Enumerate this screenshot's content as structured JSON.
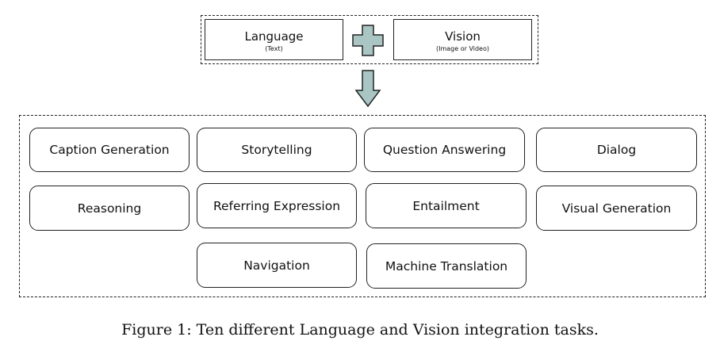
{
  "inputs": {
    "language": {
      "title": "Language",
      "subtitle": "(Text)"
    },
    "vision": {
      "title": "Vision",
      "subtitle": "(Image or Video)"
    }
  },
  "tasks": {
    "caption_generation": "Caption Generation",
    "storytelling": "Storytelling",
    "question_answering": "Question Answering",
    "dialog": "Dialog",
    "reasoning": "Reasoning",
    "referring_expression": "Referring Expression",
    "entailment": "Entailment",
    "visual_generation": "Visual Generation",
    "navigation": "Navigation",
    "machine_translation": "Machine Translation"
  },
  "caption": "Figure 1: Ten different Language and Vision integration tasks.",
  "colors": {
    "icon_fill": "#a9c6c4",
    "stroke": "#222222"
  }
}
